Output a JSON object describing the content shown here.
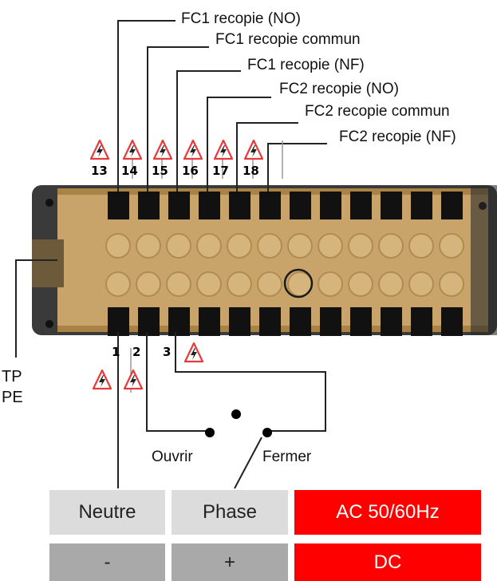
{
  "labels_top": [
    {
      "id": "fc1-no",
      "text": "FC1 recopie (NO)"
    },
    {
      "id": "fc1-common",
      "text": "FC1 recopie commun"
    },
    {
      "id": "fc1-nf",
      "text": "FC1 recopie (NF)"
    },
    {
      "id": "fc2-no",
      "text": "FC2 recopie (NO)"
    },
    {
      "id": "fc2-common",
      "text": "FC2 recopie commun"
    },
    {
      "id": "fc2-nf",
      "text": "FC2 recopie (NF)"
    }
  ],
  "terminals_top": [
    "13",
    "14",
    "15",
    "16",
    "17",
    "18"
  ],
  "terminals_bottom": [
    "1",
    "2",
    "3"
  ],
  "tp_pe": {
    "line1": "TP",
    "line2": "PE"
  },
  "switch": {
    "open_label": "Ouvrir",
    "close_label": "Fermer"
  },
  "supply": {
    "ac": {
      "neutral": "Neutre",
      "phase": "Phase",
      "label": "AC 50/60Hz"
    },
    "dc": {
      "minus": "-",
      "plus": "+",
      "label": "DC"
    }
  },
  "icons": {
    "warning": "electric-hazard-warning-icon"
  },
  "colors": {
    "red": "#ff0000",
    "grey_light": "#dcdcdc",
    "grey_dark": "#a9a9a9",
    "terminal_body": "#c9a46a"
  }
}
